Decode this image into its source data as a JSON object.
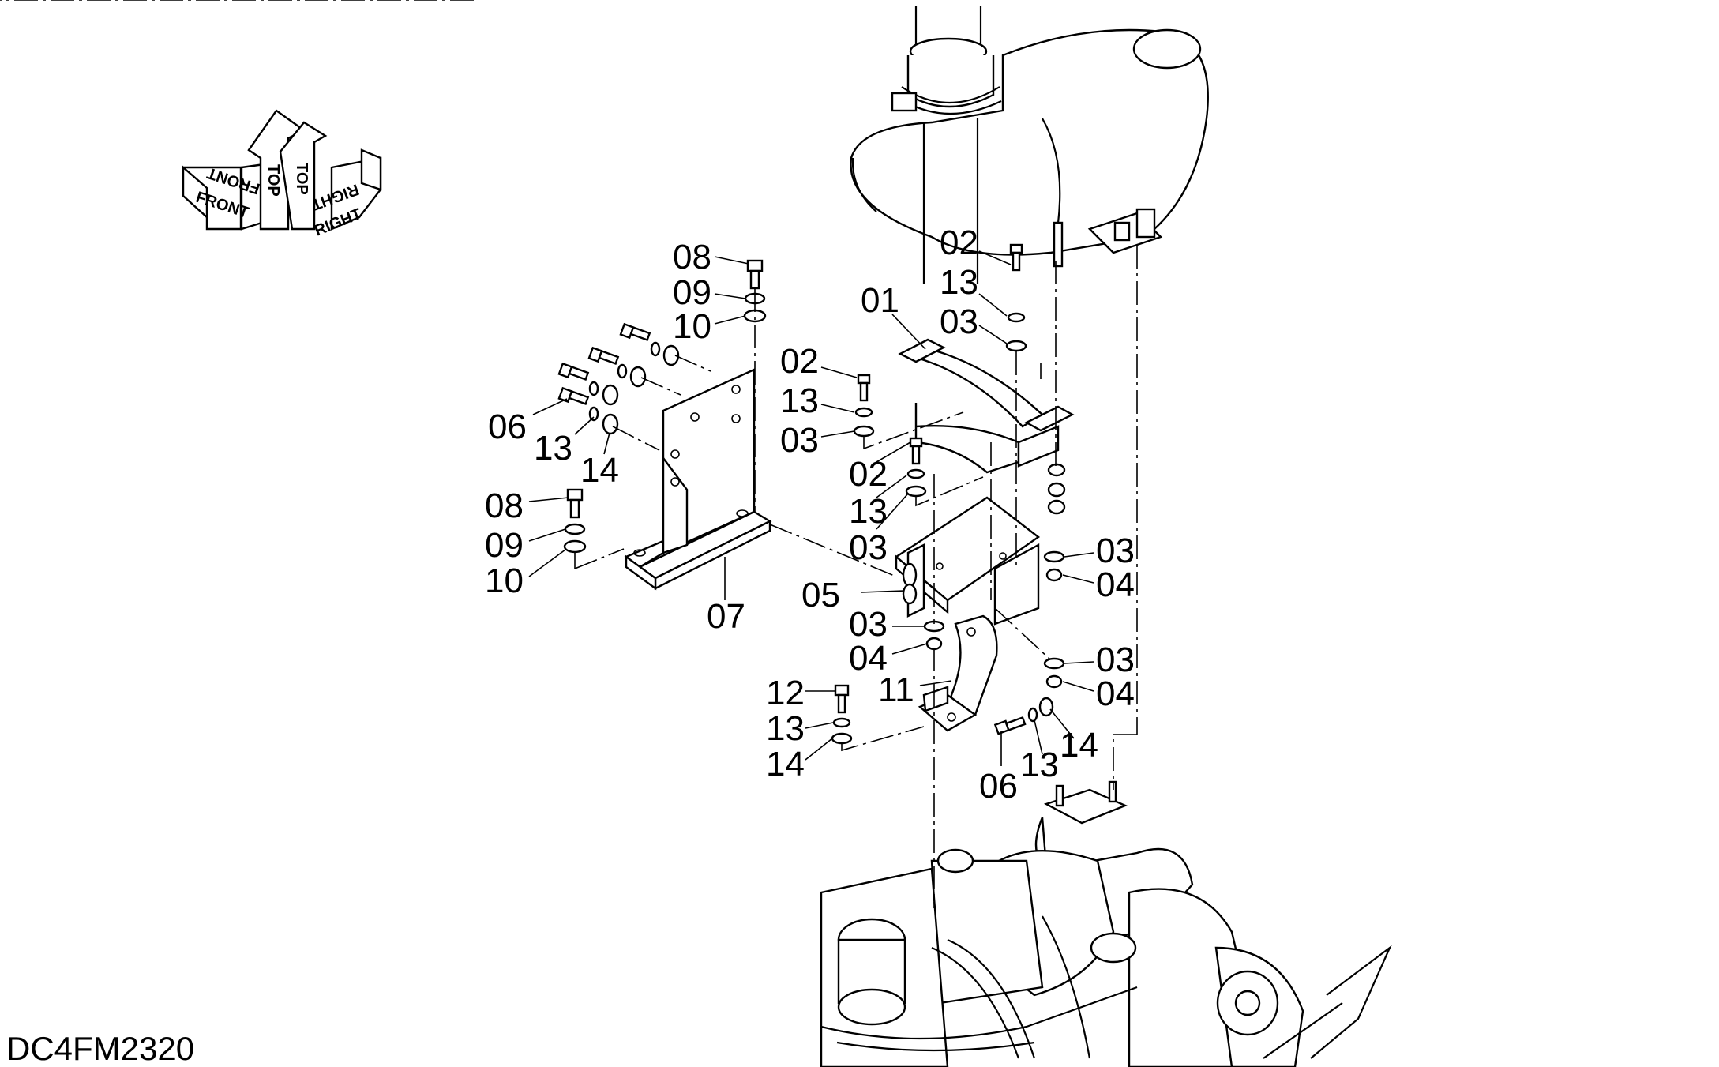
{
  "figure_id": "DC4FM2320",
  "orientation": {
    "front": "FRONT",
    "top": "TOP",
    "right": "RIGHT"
  },
  "callouts": [
    {
      "id": "c-08-a",
      "text": "08"
    },
    {
      "id": "c-09-a",
      "text": "09"
    },
    {
      "id": "c-10-a",
      "text": "10"
    },
    {
      "id": "c-06-a",
      "text": "06"
    },
    {
      "id": "c-13-a",
      "text": "13"
    },
    {
      "id": "c-14-a",
      "text": "14"
    },
    {
      "id": "c-08-b",
      "text": "08"
    },
    {
      "id": "c-09-b",
      "text": "09"
    },
    {
      "id": "c-10-b",
      "text": "10"
    },
    {
      "id": "c-07",
      "text": "07"
    },
    {
      "id": "c-01",
      "text": "01"
    },
    {
      "id": "c-02-a",
      "text": "02"
    },
    {
      "id": "c-13-b",
      "text": "13"
    },
    {
      "id": "c-03-a",
      "text": "03"
    },
    {
      "id": "c-02-b",
      "text": "02"
    },
    {
      "id": "c-13-c",
      "text": "13"
    },
    {
      "id": "c-03-b",
      "text": "03"
    },
    {
      "id": "c-02-c",
      "text": "02"
    },
    {
      "id": "c-13-d",
      "text": "13"
    },
    {
      "id": "c-03-c",
      "text": "03"
    },
    {
      "id": "c-03-d",
      "text": "03"
    },
    {
      "id": "c-04-a",
      "text": "04"
    },
    {
      "id": "c-05",
      "text": "05"
    },
    {
      "id": "c-03-e",
      "text": "03"
    },
    {
      "id": "c-04-b",
      "text": "04"
    },
    {
      "id": "c-03-f",
      "text": "03"
    },
    {
      "id": "c-04-c",
      "text": "04"
    },
    {
      "id": "c-11",
      "text": "11"
    },
    {
      "id": "c-12",
      "text": "12"
    },
    {
      "id": "c-13-e",
      "text": "13"
    },
    {
      "id": "c-14-b",
      "text": "14"
    },
    {
      "id": "c-14-c",
      "text": "14"
    },
    {
      "id": "c-13-f",
      "text": "13"
    },
    {
      "id": "c-06-b",
      "text": "06"
    }
  ]
}
